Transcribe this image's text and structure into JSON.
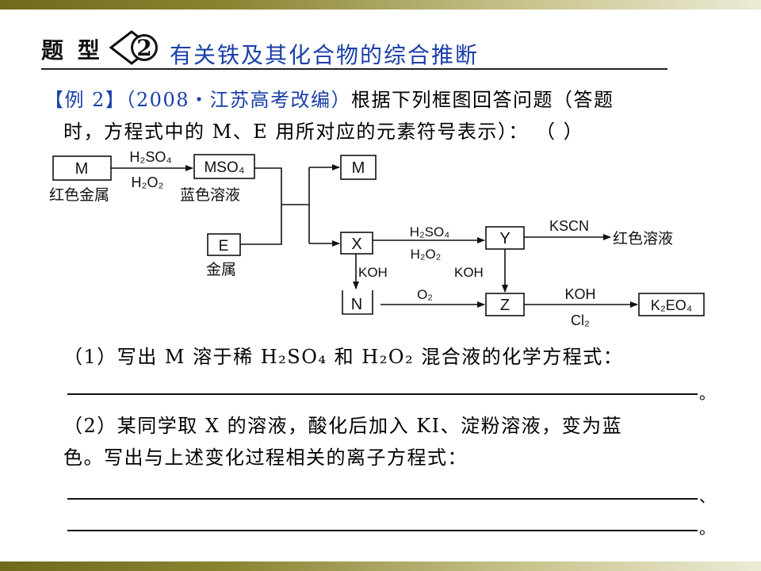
{
  "header": {
    "keyword": "题 型",
    "number": "2",
    "topic": "有关铁及其化合物的综合推断"
  },
  "question": {
    "label": "【例 2】",
    "source": "（2008・江苏高考改编）",
    "line1_rest": "根据下列框图回答问题（答题",
    "line2": "时，方程式中的 M、E 用所对应的元素符号表示）：  （      ）"
  },
  "diagram": {
    "box_M": "M",
    "M_desc": "红色金属",
    "reagent1_top": "H₂SO₄",
    "reagent1_bottom": "H₂O₂",
    "box_MSO4": "MSO₄",
    "MSO4_desc": "蓝色溶液",
    "box_E": "E",
    "E_desc": "金属",
    "box_M2": "M",
    "box_X": "X",
    "reagent2_top": "H₂SO₄",
    "reagent2_bottom": "H₂O₂",
    "box_Y": "Y",
    "reagent_kscn": "KSCN",
    "red_solution": "红色溶液",
    "koh_x": "KOH",
    "koh_y": "KOH",
    "box_N": "N",
    "reagent_o2": "O₂",
    "box_Z": "Z",
    "reagent3_top": "KOH",
    "reagent3_bottom": "Cl₂",
    "box_K2EO4": "K₂EO₄"
  },
  "sub1": {
    "text": "（1）写出 M 溶于稀 H₂SO₄ 和 H₂O₂ 混合液的化学方程式：",
    "end": "。"
  },
  "sub2": {
    "line1": "（2）某同学取 X 的溶液，酸化后加入 KI、淀粉溶液，变为蓝",
    "line2": "色。写出与上述变化过程相关的离子方程式：",
    "end1": "、",
    "end2": "。"
  }
}
